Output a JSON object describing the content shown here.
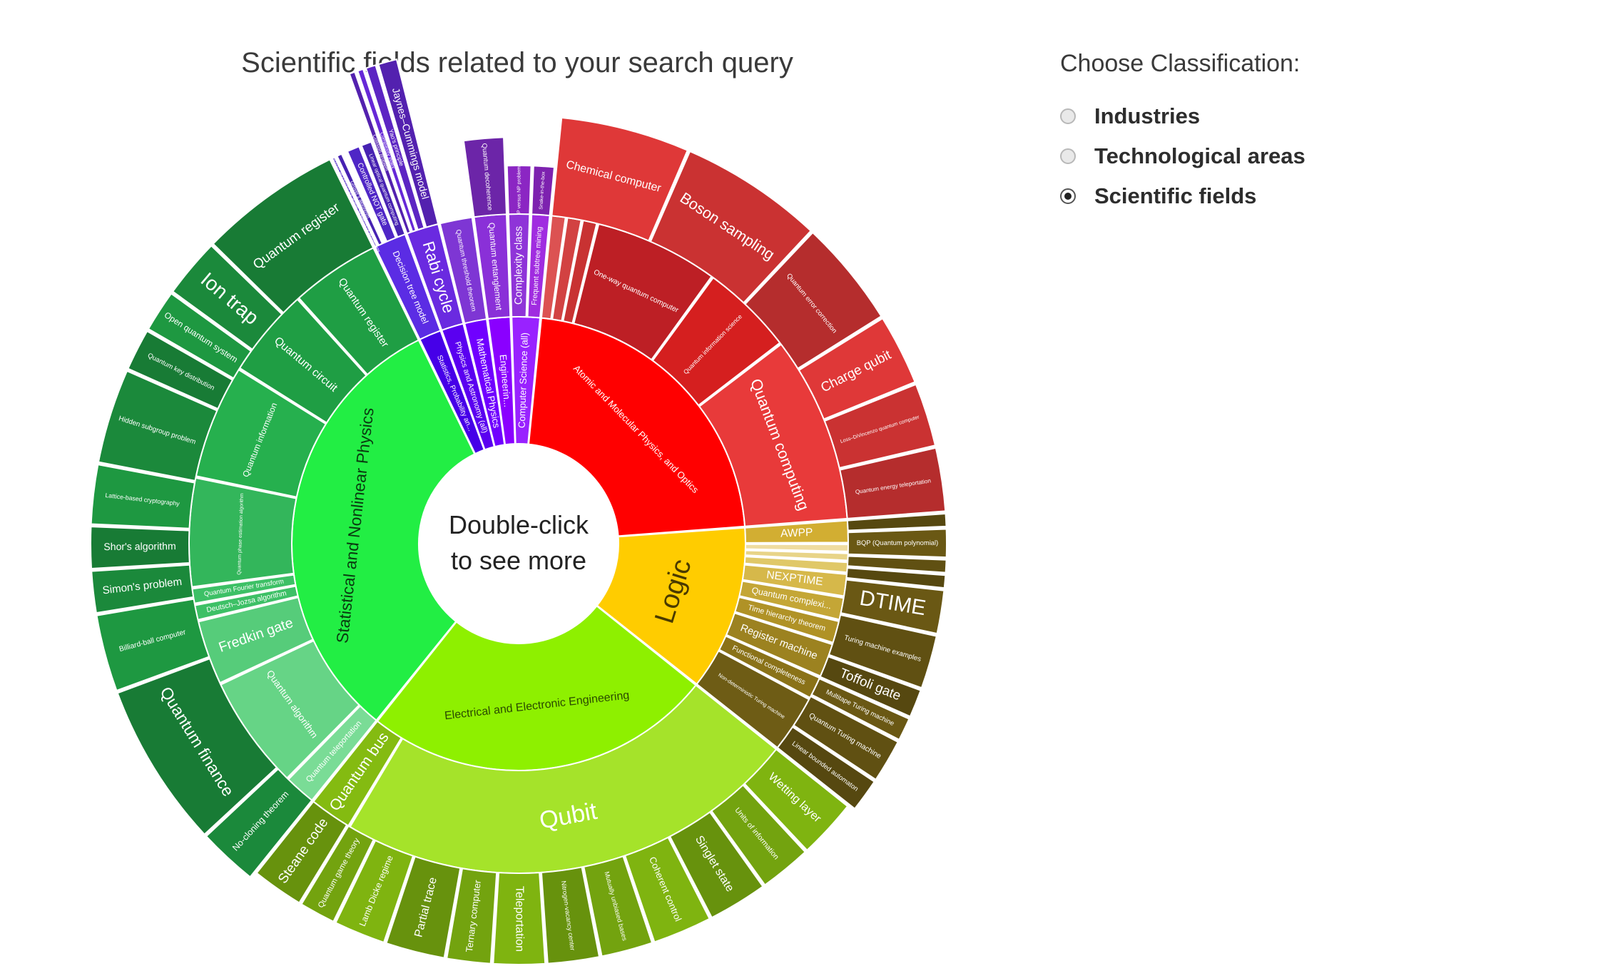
{
  "header": {
    "title": "Scientific fields related to your search query"
  },
  "center_label": [
    "Double-click",
    "to see more"
  ],
  "controls": {
    "title": "Choose Classification:",
    "options": [
      {
        "label": "Industries",
        "checked": false
      },
      {
        "label": "Technological areas",
        "checked": false
      },
      {
        "label": "Scientific fields",
        "checked": true
      }
    ]
  },
  "chart_data": {
    "type": "sunburst",
    "title": "Scientific fields related to your search query",
    "children": [
      {
        "label": "Statistical and Nonlinear Physics",
        "color": "#22ee44",
        "text_color": "#0a3a10",
        "value": 46,
        "children": [
          {
            "label": "Quantum register",
            "value": 3.3,
            "color": "#1f9e44"
          },
          {
            "label": "Quantum circuit",
            "value": 3.3,
            "color": "#1f9e44"
          },
          {
            "label": "Quantum information",
            "value": 4.2,
            "color": "#26b04e"
          },
          {
            "label": "Quantum phase estimation algorithm",
            "value": 4.0,
            "color": "#33b65b"
          },
          {
            "label": "Quantum Fourier transform",
            "value": 0.6,
            "color": "#3dc066"
          },
          {
            "label": "Deutsch–Jozsa algorithm",
            "value": 0.6,
            "color": "#3dc066"
          },
          {
            "label": "Fredkin gate",
            "value": 2.4,
            "color": "#56cc7a"
          },
          {
            "label": "Quantum algorithm",
            "value": 4.2,
            "color": "#66d486"
          },
          {
            "label": "Quantum teleportation",
            "value": 1.2,
            "color": "#7adc96"
          }
        ]
      },
      {
        "label": "Electrical and Electronic Engineering",
        "color": "#8ef000",
        "text_color": "#2a4a00",
        "value": 36,
        "children": [
          {
            "label": "Quantum bus",
            "value": 3.0,
            "color": "#84bb11"
          },
          {
            "label": "Qubit",
            "value": 32.0,
            "color": "#a5e32a"
          }
        ]
      },
      {
        "label": "Logic",
        "color": "#ffcc00",
        "text_color": "#4a3a00",
        "value": 17,
        "children": [
          {
            "label": "Non-deterministic Turing machine",
            "value": 4.0,
            "color": "#6e5c15"
          },
          {
            "label": "Functional completeness",
            "value": 1.6,
            "color": "#8a7218"
          },
          {
            "label": "Register machine",
            "value": 2.4,
            "color": "#9c8220"
          },
          {
            "label": "Time hierarchy theorem",
            "value": 1.6,
            "color": "#b09226"
          },
          {
            "label": "Quantum complexi...",
            "value": 1.6,
            "color": "#c4a636"
          },
          {
            "label": "NEXPTIME",
            "value": 1.6,
            "color": "#d6b84a"
          },
          {
            "label": "",
            "value": 0.8,
            "color": "#e0c868"
          },
          {
            "label": "",
            "value": 0.6,
            "color": "#e8d488"
          },
          {
            "label": "",
            "value": 0.6,
            "color": "#efdca0"
          },
          {
            "label": "AWPP",
            "value": 1.6,
            "color": "#d2ae32"
          }
        ]
      },
      {
        "label": "Atomic and Molecular Physics, and Optics",
        "color": "#ff0000",
        "text_color": "#ffffff",
        "value": 32,
        "children": [
          {
            "label": "Quantum computing",
            "value": 12.0,
            "color": "#e83a3a"
          },
          {
            "label": "Quantum information science",
            "value": 6.0,
            "color": "#d51f1f"
          },
          {
            "label": "One-way quantum computer",
            "value": 8.0,
            "color": "#bd1f25"
          },
          {
            "label": "",
            "value": 1.0,
            "color": "#c83232"
          },
          {
            "label": "",
            "value": 1.0,
            "color": "#d24242"
          },
          {
            "label": "",
            "value": 1.0,
            "color": "#dc5252"
          }
        ]
      },
      {
        "label": "Computer Science (all)",
        "color": "#9922ff",
        "text_color": "#ffffff",
        "value": 3,
        "children": [
          {
            "label": "Frequent subtree mining",
            "value": 1.4,
            "color": "#a02ce0"
          },
          {
            "label": "Complexity class",
            "value": 1.6,
            "color": "#8f34d8"
          }
        ]
      },
      {
        "label": "Engineerin...",
        "color": "#8a00ff",
        "text_color": "#ffffff",
        "value": 2.4,
        "children": [
          {
            "label": "Quantum entanglement",
            "value": 2.4,
            "color": "#8a30d8"
          }
        ]
      },
      {
        "label": "Mathematical Physics",
        "color": "#7000ff",
        "text_color": "#ffffff",
        "value": 2.4,
        "children": [
          {
            "label": "Quantum threshold theorem",
            "value": 2.4,
            "color": "#7e36d4"
          }
        ]
      },
      {
        "label": "Physics and Astronomy (all)",
        "color": "#5a00f0",
        "text_color": "#ffffff",
        "value": 2.4,
        "children": [
          {
            "label": "Rabi cycle",
            "value": 2.4,
            "color": "#6a2ae0"
          }
        ]
      },
      {
        "label": "Statistics, Probability an...",
        "color": "#4600e8",
        "text_color": "#ffffff",
        "value": 2.4,
        "children": [
          {
            "label": "Decision tree model",
            "value": 2.4,
            "color": "#5b2ce4"
          }
        ]
      }
    ],
    "outer_ring": [
      {
        "parent": "Statistical and Nonlinear Physics",
        "items": [
          {
            "label": "Quantum register",
            "value": 3.3
          },
          {
            "label": "Ion trap",
            "value": 1.4
          },
          {
            "label": "Open quantum system",
            "value": 1.0
          },
          {
            "label": "Quantum key distribution",
            "value": 1.0
          },
          {
            "label": "Hidden subgroup problem",
            "value": 2.2
          },
          {
            "label": "Lattice-based cryptography",
            "value": 1.4
          },
          {
            "label": "Shor's algorithm",
            "value": 1.0
          },
          {
            "label": "Simon's problem",
            "value": 1.0
          },
          {
            "label": "Billiard-ball computer",
            "value": 1.8
          },
          {
            "label": "Quantum finance",
            "value": 3.8
          },
          {
            "label": "No-cloning theorem",
            "value": 1.4
          }
        ]
      },
      {
        "parent": "Electrical and Electronic Engineering",
        "items": [
          {
            "label": "Steane code",
            "value": 1.4
          },
          {
            "label": "Quantum game theory",
            "value": 1.0
          },
          {
            "label": "Lamb Dicke regime",
            "value": 1.4
          },
          {
            "label": "Partial trace",
            "value": 1.6
          },
          {
            "label": "Ternary computer",
            "value": 1.2
          },
          {
            "label": "Teleportation",
            "value": 1.4
          },
          {
            "label": "Nitrogen-vacancy center",
            "value": 1.4
          },
          {
            "label": "Mutually unbiased bases",
            "value": 1.4
          },
          {
            "label": "Coherent control",
            "value": 1.6
          },
          {
            "label": "Singlet state",
            "value": 1.6
          },
          {
            "label": "Units of information",
            "value": 1.4
          },
          {
            "label": "Wetting layer",
            "value": 1.6
          }
        ]
      },
      {
        "parent": "Logic",
        "items": [
          {
            "label": "Linear bounded automaton",
            "value": 1.4
          },
          {
            "label": "Quantum Turing machine",
            "value": 1.8
          },
          {
            "label": "Multitape Turing machine",
            "value": 1.0
          },
          {
            "label": "Toffoli gate",
            "value": 1.2
          },
          {
            "label": "Turing machine examples",
            "value": 2.2
          },
          {
            "label": "DTIME",
            "value": 1.8
          },
          {
            "label": "",
            "value": 0.6
          },
          {
            "label": "",
            "value": 0.6
          },
          {
            "label": "BQP (Quantum polynomial)",
            "value": 1.2
          },
          {
            "label": "",
            "value": 0.6
          }
        ]
      },
      {
        "parent": "Atomic and Molecular Physics, and Optics",
        "items": [
          {
            "label": "Quantum energy teleportation",
            "value": 1.8
          },
          {
            "label": "Loss–DiVincenzo quantum computer",
            "value": 1.8
          },
          {
            "label": "Charge qubit",
            "value": 2.0
          },
          {
            "label": "Quantum error correction",
            "value": 3.0
          },
          {
            "label": "Boson sampling",
            "value": 4.0
          },
          {
            "label": "Chemical computer",
            "value": 3.6
          }
        ]
      },
      {
        "parent": "Computer Science (all)",
        "items": [
          {
            "label": "Snake-in-the-box",
            "value": 1.4
          },
          {
            "label": "P versus NP problem",
            "value": 1.6
          }
        ]
      },
      {
        "parent": "Engineerin...",
        "items": [
          {
            "label": "Quantum decoherence",
            "value": 2.4
          }
        ]
      },
      {
        "parent": "Physics and Astronomy (all)",
        "items": [
          {
            "label": "Jaynes–Cummings model",
            "value": 1.0
          },
          {
            "label": "Yao's principle",
            "value": 0.6
          },
          {
            "label": "Complexity index",
            "value": 0.4
          },
          {
            "label": "Collision problem",
            "value": 0.4
          }
        ]
      },
      {
        "parent": "Statistics, Probability an...",
        "items": [
          {
            "label": "Linear optical quantum computing",
            "value": 2.4
          },
          {
            "label": "Controlled NOT gate",
            "value": 2.8
          },
          {
            "label": "Quantum superposition",
            "value": 0.7
          },
          {
            "label": "Grover's algorithm",
            "value": 1.4
          },
          {
            "label": "Quantum algorithm for linear systems of equations",
            "value": 1.0
          }
        ]
      }
    ]
  }
}
